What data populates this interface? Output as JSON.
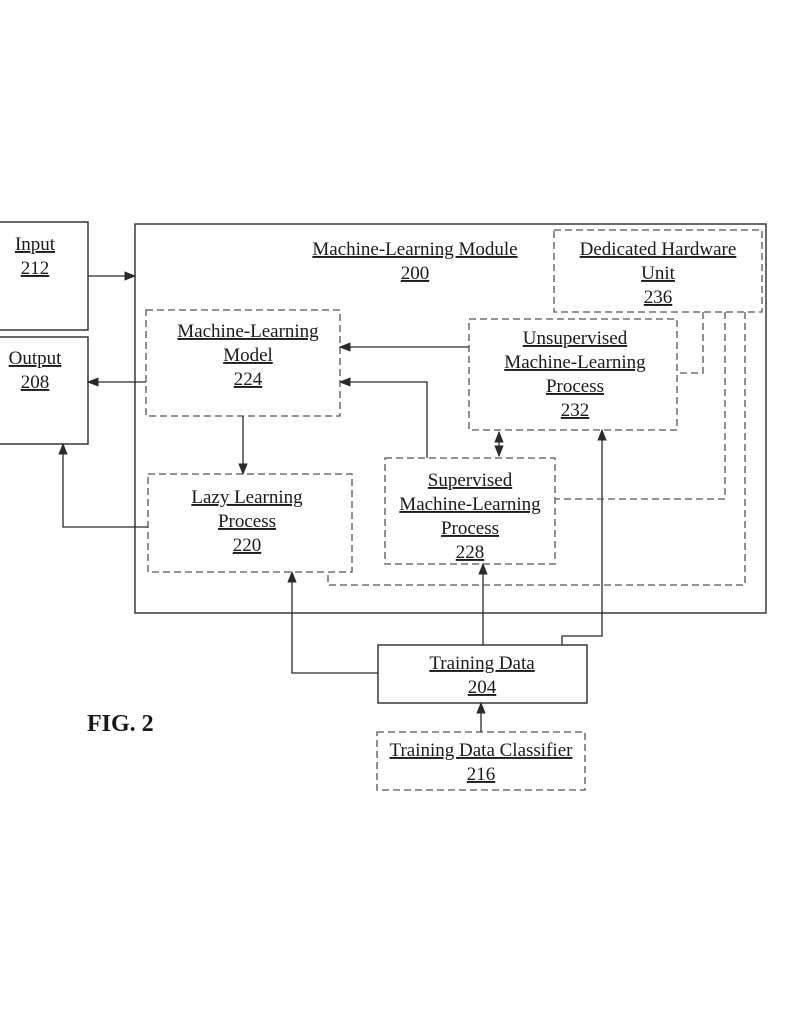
{
  "figure_label": "FIG. 2",
  "boxes": {
    "input": {
      "lines": [
        "Input",
        "212"
      ]
    },
    "output": {
      "lines": [
        "Output",
        "208"
      ]
    },
    "module": {
      "lines": [
        "Machine-Learning Module",
        "200"
      ]
    },
    "dedicated_hardware": {
      "lines": [
        "Dedicated Hardware",
        "Unit",
        "236"
      ]
    },
    "ml_model": {
      "lines": [
        "Machine-Learning",
        "Model",
        "224"
      ]
    },
    "unsupervised": {
      "lines": [
        "Unsupervised",
        "Machine-Learning",
        "Process",
        "232"
      ]
    },
    "lazy_learning": {
      "lines": [
        "Lazy Learning",
        "Process",
        "220"
      ]
    },
    "supervised": {
      "lines": [
        "Supervised",
        "Machine-Learning",
        "Process",
        "228"
      ]
    },
    "training_data": {
      "lines": [
        "Training Data",
        "204"
      ]
    },
    "training_classifier": {
      "lines": [
        "Training Data Classifier",
        "216"
      ]
    }
  }
}
